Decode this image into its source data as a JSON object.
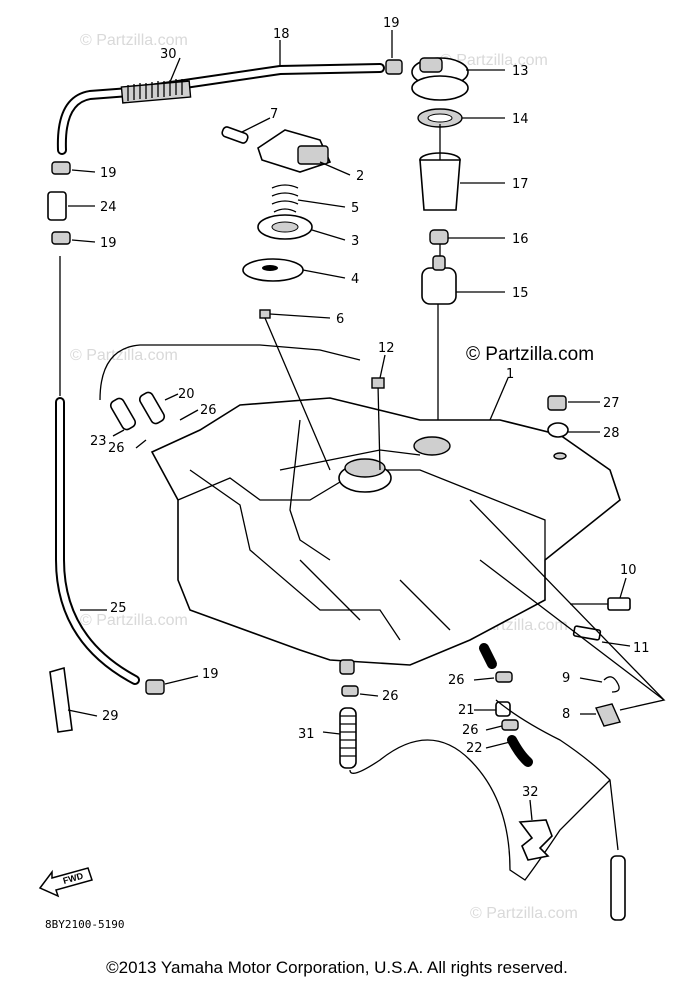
{
  "watermarks": {
    "main": "© Partzilla.com",
    "faint": "© Partzilla.com"
  },
  "diagram_code": "8BY2100-5190",
  "fwd_label": "FWD",
  "copyright": "©2013  Yamaha Motor Corporation, U.S.A. All rights reserved.",
  "callouts": [
    "1",
    "2",
    "3",
    "4",
    "5",
    "6",
    "7",
    "8",
    "9",
    "10",
    "11",
    "12",
    "13",
    "14",
    "15",
    "16",
    "17",
    "18",
    "19",
    "19",
    "19",
    "19",
    "20",
    "21",
    "22",
    "23",
    "24",
    "25",
    "26",
    "26",
    "26",
    "26",
    "26",
    "27",
    "28",
    "29",
    "30",
    "31",
    "32"
  ],
  "colors": {
    "ink": "#000000",
    "watermark": "#d9d9d9",
    "background": "#ffffff"
  }
}
